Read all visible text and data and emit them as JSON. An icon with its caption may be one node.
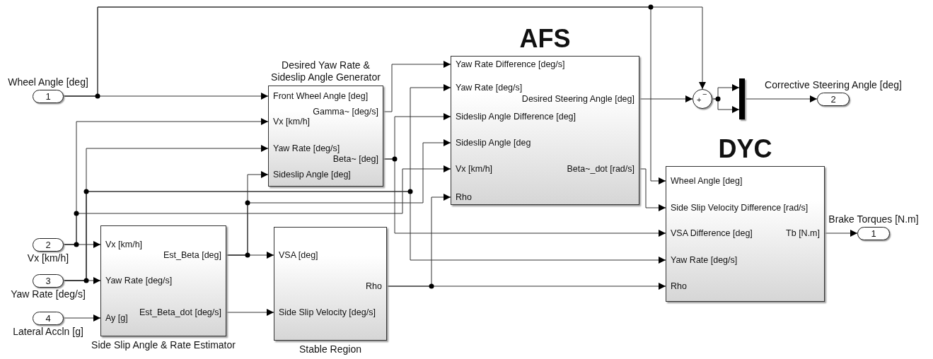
{
  "diagram": {
    "nodes": [
      {
        "text": [
          "1"
        ],
        "beside": [
          "Wheel Angle [deg]"
        ]
      },
      {
        "text": [
          "2"
        ],
        "beside": [
          "Vx [km/h]"
        ]
      },
      {
        "text": [
          "3"
        ],
        "beside": [
          "Yaw Rate [deg/s]"
        ]
      },
      {
        "text": [
          "4"
        ],
        "beside": [
          "Lateral Accln [g]"
        ]
      },
      {
        "text": [
          "Desired Yaw Rate & Sideslip Angle Generator",
          "Front Wheel Angle [deg]",
          "Gamma~ [deg/s]",
          "Vx [km/h]",
          "Yaw Rate [deg/s]",
          "Beta~ [deg]",
          "Sideslip Angle [deg]"
        ]
      },
      {
        "text": [
          "AFS",
          "Yaw Rate Difference [deg/s]",
          "Yaw Rate [deg/s]",
          "Desired Steering Angle [deg]",
          "Sideslip Angle Difference [deg]",
          "Sideslip Angle [deg",
          "Vx [km/h]",
          "Beta~_dot [rad/s]",
          "Rho"
        ]
      },
      {
        "text": [
          "+",
          "−"
        ]
      },
      {
        "text": [],
        "shape": "bar"
      },
      {
        "text": [
          "2"
        ],
        "beside": [
          "Corrective Steering Angle [deg]"
        ]
      },
      {
        "text": [
          "DYC",
          "Wheel Angle [deg]",
          "Side Slip Velocity Difference [rad/s]",
          "VSA Difference [deg]",
          "Tb [N.m]",
          "Yaw Rate [deg/s]",
          "Rho"
        ]
      },
      {
        "text": [
          "1"
        ],
        "beside": [
          "Brake Torques [N.m]"
        ]
      },
      {
        "text": [
          "Vx [km/h]",
          "Est_Beta [deg]",
          "Yaw Rate [deg/s]",
          "Ay [g]",
          "Est_Beta_dot [deg/s]",
          "Side Slip Angle & Rate Estimator"
        ]
      },
      {
        "text": [
          "VSA [deg]",
          "Rho",
          "Side Slip Velocity [deg/s]",
          "Stable Region"
        ]
      }
    ],
    "edges": [
      {
        "from": 0,
        "to": 4,
        "arrow": "to"
      },
      {
        "from": 0,
        "to": 6,
        "arrow": "to"
      },
      {
        "from": 0,
        "to": 9,
        "arrow": "to"
      },
      {
        "from": 5,
        "to": 6,
        "arrow": "to"
      },
      {
        "from": 6,
        "to": 7,
        "arrow": "to"
      },
      {
        "from": 6,
        "to": 7,
        "arrow": "to"
      },
      {
        "from": 7,
        "to": 8,
        "arrow": "to"
      },
      {
        "from": 1,
        "to": 11,
        "arrow": "to"
      },
      {
        "from": 1,
        "to": 4,
        "arrow": "to"
      },
      {
        "from": 1,
        "to": 5,
        "arrow": "to"
      },
      {
        "from": 2,
        "to": 11,
        "arrow": "to"
      },
      {
        "from": 2,
        "to": 4,
        "arrow": "to"
      },
      {
        "from": 2,
        "to": 5,
        "arrow": "to"
      },
      {
        "from": 2,
        "to": 9,
        "arrow": "to"
      },
      {
        "from": 4,
        "to": 5,
        "arrow": "to"
      },
      {
        "from": 4,
        "to": 5,
        "arrow": "to"
      },
      {
        "from": 4,
        "to": 9,
        "arrow": "to"
      },
      {
        "from": 11,
        "to": 12,
        "arrow": "to"
      },
      {
        "from": 11,
        "to": 4,
        "arrow": "to"
      },
      {
        "from": 11,
        "to": 5,
        "arrow": "to"
      },
      {
        "from": 11,
        "to": 12,
        "arrow": "to"
      },
      {
        "from": 12,
        "to": 9,
        "arrow": "to"
      },
      {
        "from": 12,
        "to": 5,
        "arrow": "to"
      },
      {
        "from": 5,
        "to": 9,
        "arrow": "to"
      },
      {
        "from": 9,
        "to": 10,
        "arrow": "to"
      },
      {
        "from": 3,
        "to": 11,
        "arrow": "to"
      }
    ]
  }
}
